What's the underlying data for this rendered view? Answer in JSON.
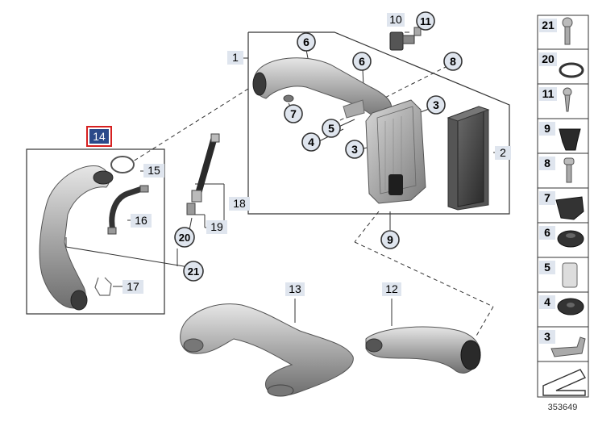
{
  "diagram": {
    "reference_number": "353649",
    "highlighted_label": "14",
    "colors": {
      "accent": "#d62020",
      "highlight_fill": "#2b4a8a",
      "callout_fill": "#dfe5ee",
      "part_gray": "#8a8a8a",
      "line": "#333333"
    }
  },
  "labels": {
    "l1": "1",
    "l2": "2",
    "l3a": "3",
    "l3b": "3",
    "l4": "4",
    "l5": "5",
    "l6a": "6",
    "l6b": "6",
    "l7": "7",
    "l8": "8",
    "l9": "9",
    "l10": "10",
    "l11": "11",
    "l12": "12",
    "l13": "13",
    "l14": "14",
    "l15": "15",
    "l16": "16",
    "l17": "17",
    "l18": "18",
    "l19": "19",
    "l20": "20",
    "l21": "21"
  },
  "sidebar": {
    "items": [
      "21",
      "20",
      "11",
      "9",
      "8",
      "7",
      "6",
      "5",
      "4",
      "3"
    ]
  }
}
